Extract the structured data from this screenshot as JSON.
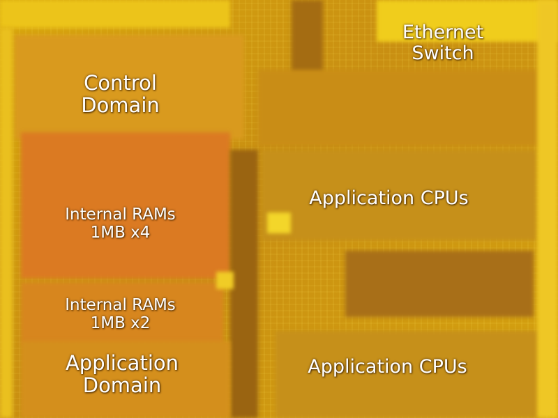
{
  "image": {
    "subject": "die photo of an integrated circuit with labeled functional blocks",
    "colors": {
      "die_base": "#c8960e",
      "bright_yellow": "#f2d21a",
      "orange_region": "#d9761f",
      "dark_brown": "#9a6411",
      "label_text": "#ffffff"
    }
  },
  "labels": {
    "ethernet_switch": {
      "line1": "Ethernet",
      "line2": "Switch"
    },
    "control_domain": {
      "line1": "Control",
      "line2": "Domain"
    },
    "internal_rams_1": {
      "line1": "Internal RAMs",
      "line2": "1MB x4"
    },
    "internal_rams_2": {
      "line1": "Internal RAMs",
      "line2": "1MB x2"
    },
    "application_domain": {
      "line1": "Application",
      "line2": "Domain"
    },
    "application_cpus_upper": "Application CPUs",
    "application_cpus_lower": "Application CPUs"
  }
}
